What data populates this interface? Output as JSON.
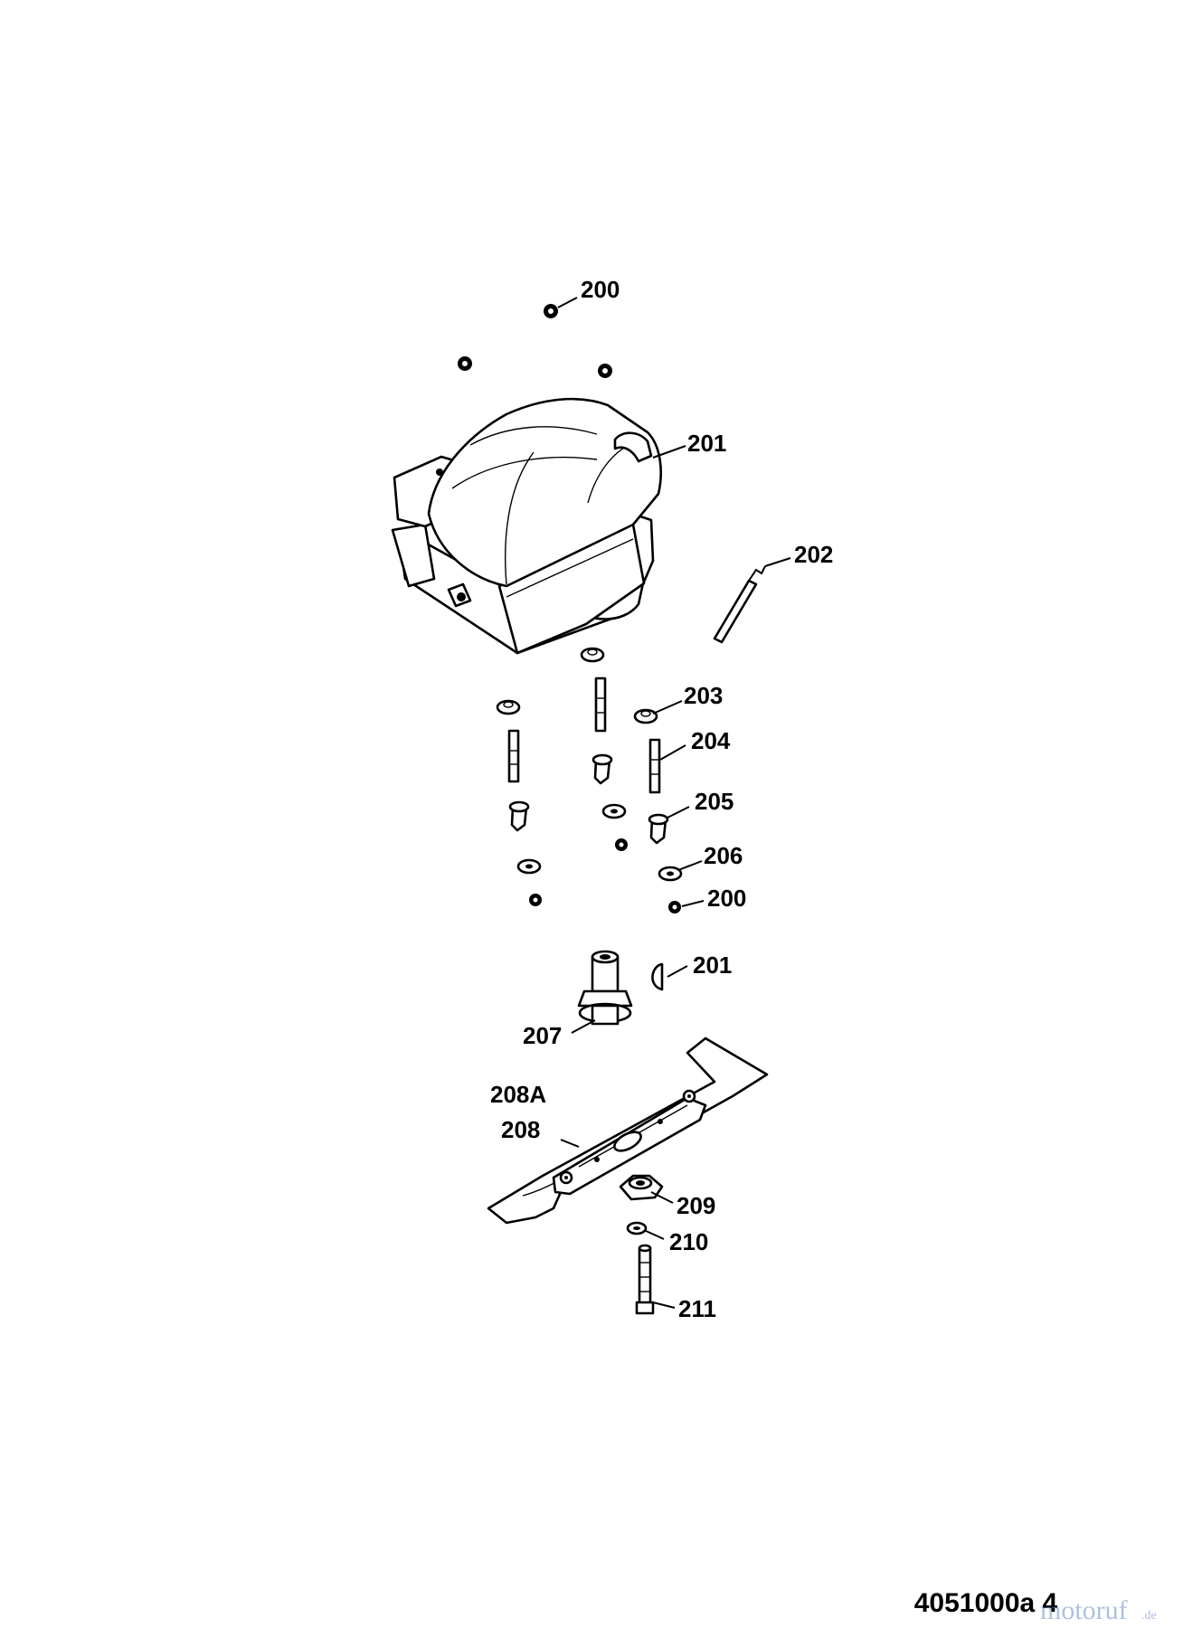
{
  "callouts": {
    "p200_top": "200",
    "p201_hood": "201",
    "p202": "202",
    "p203": "203",
    "p204": "204",
    "p205": "205",
    "p206": "206",
    "p200_low": "200",
    "p201_key": "201",
    "p207": "207",
    "p208a": "208A",
    "p208": "208",
    "p209": "209",
    "p210": "210",
    "p211": "211"
  },
  "drawing_number": "4051000a 4",
  "watermark": {
    "text": "motoruf",
    "suffix": ".de",
    "color": "#6a8fc8"
  }
}
